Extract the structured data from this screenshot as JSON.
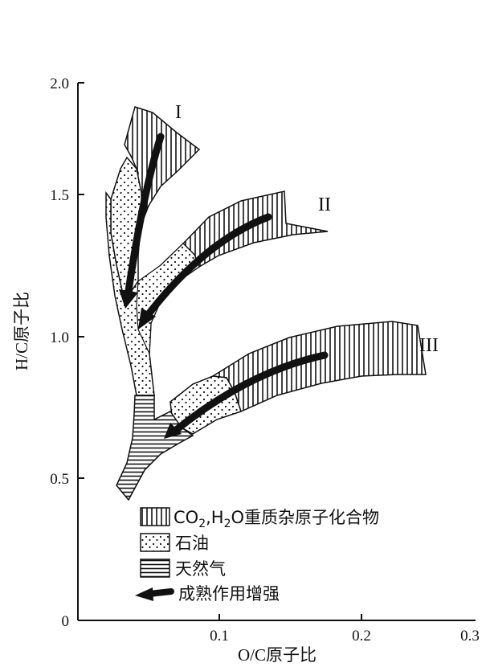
{
  "axes": {
    "x_title": "O/C原子比",
    "y_title": "H/C原子比",
    "x_ticks": [
      "0.1",
      "0.2",
      "0.3"
    ],
    "y_ticks": [
      "0",
      "0.5",
      "1.0",
      "1.5",
      "2.0"
    ],
    "xlim": [
      0,
      0.3
    ],
    "ylim": [
      0,
      2.0
    ]
  },
  "paths": {
    "path_1": "I",
    "path_2": "II",
    "path_3": "III"
  },
  "legend": {
    "items": [
      {
        "id": "heteroatom",
        "pattern": "vertical-hatch",
        "label_main": "CO",
        "label_sub1": "2",
        "label_mid": ",H",
        "label_sub2": "2",
        "label_end": "O重质杂原子化合物"
      },
      {
        "id": "oil",
        "pattern": "dots",
        "label": "石油"
      },
      {
        "id": "gas",
        "pattern": "horizontal-hatch",
        "label": "天然气"
      },
      {
        "id": "maturity",
        "pattern": "arrow",
        "label": "成熟作用增强"
      }
    ]
  },
  "colors": {
    "ink": "#111111",
    "background": "#ffffff"
  }
}
